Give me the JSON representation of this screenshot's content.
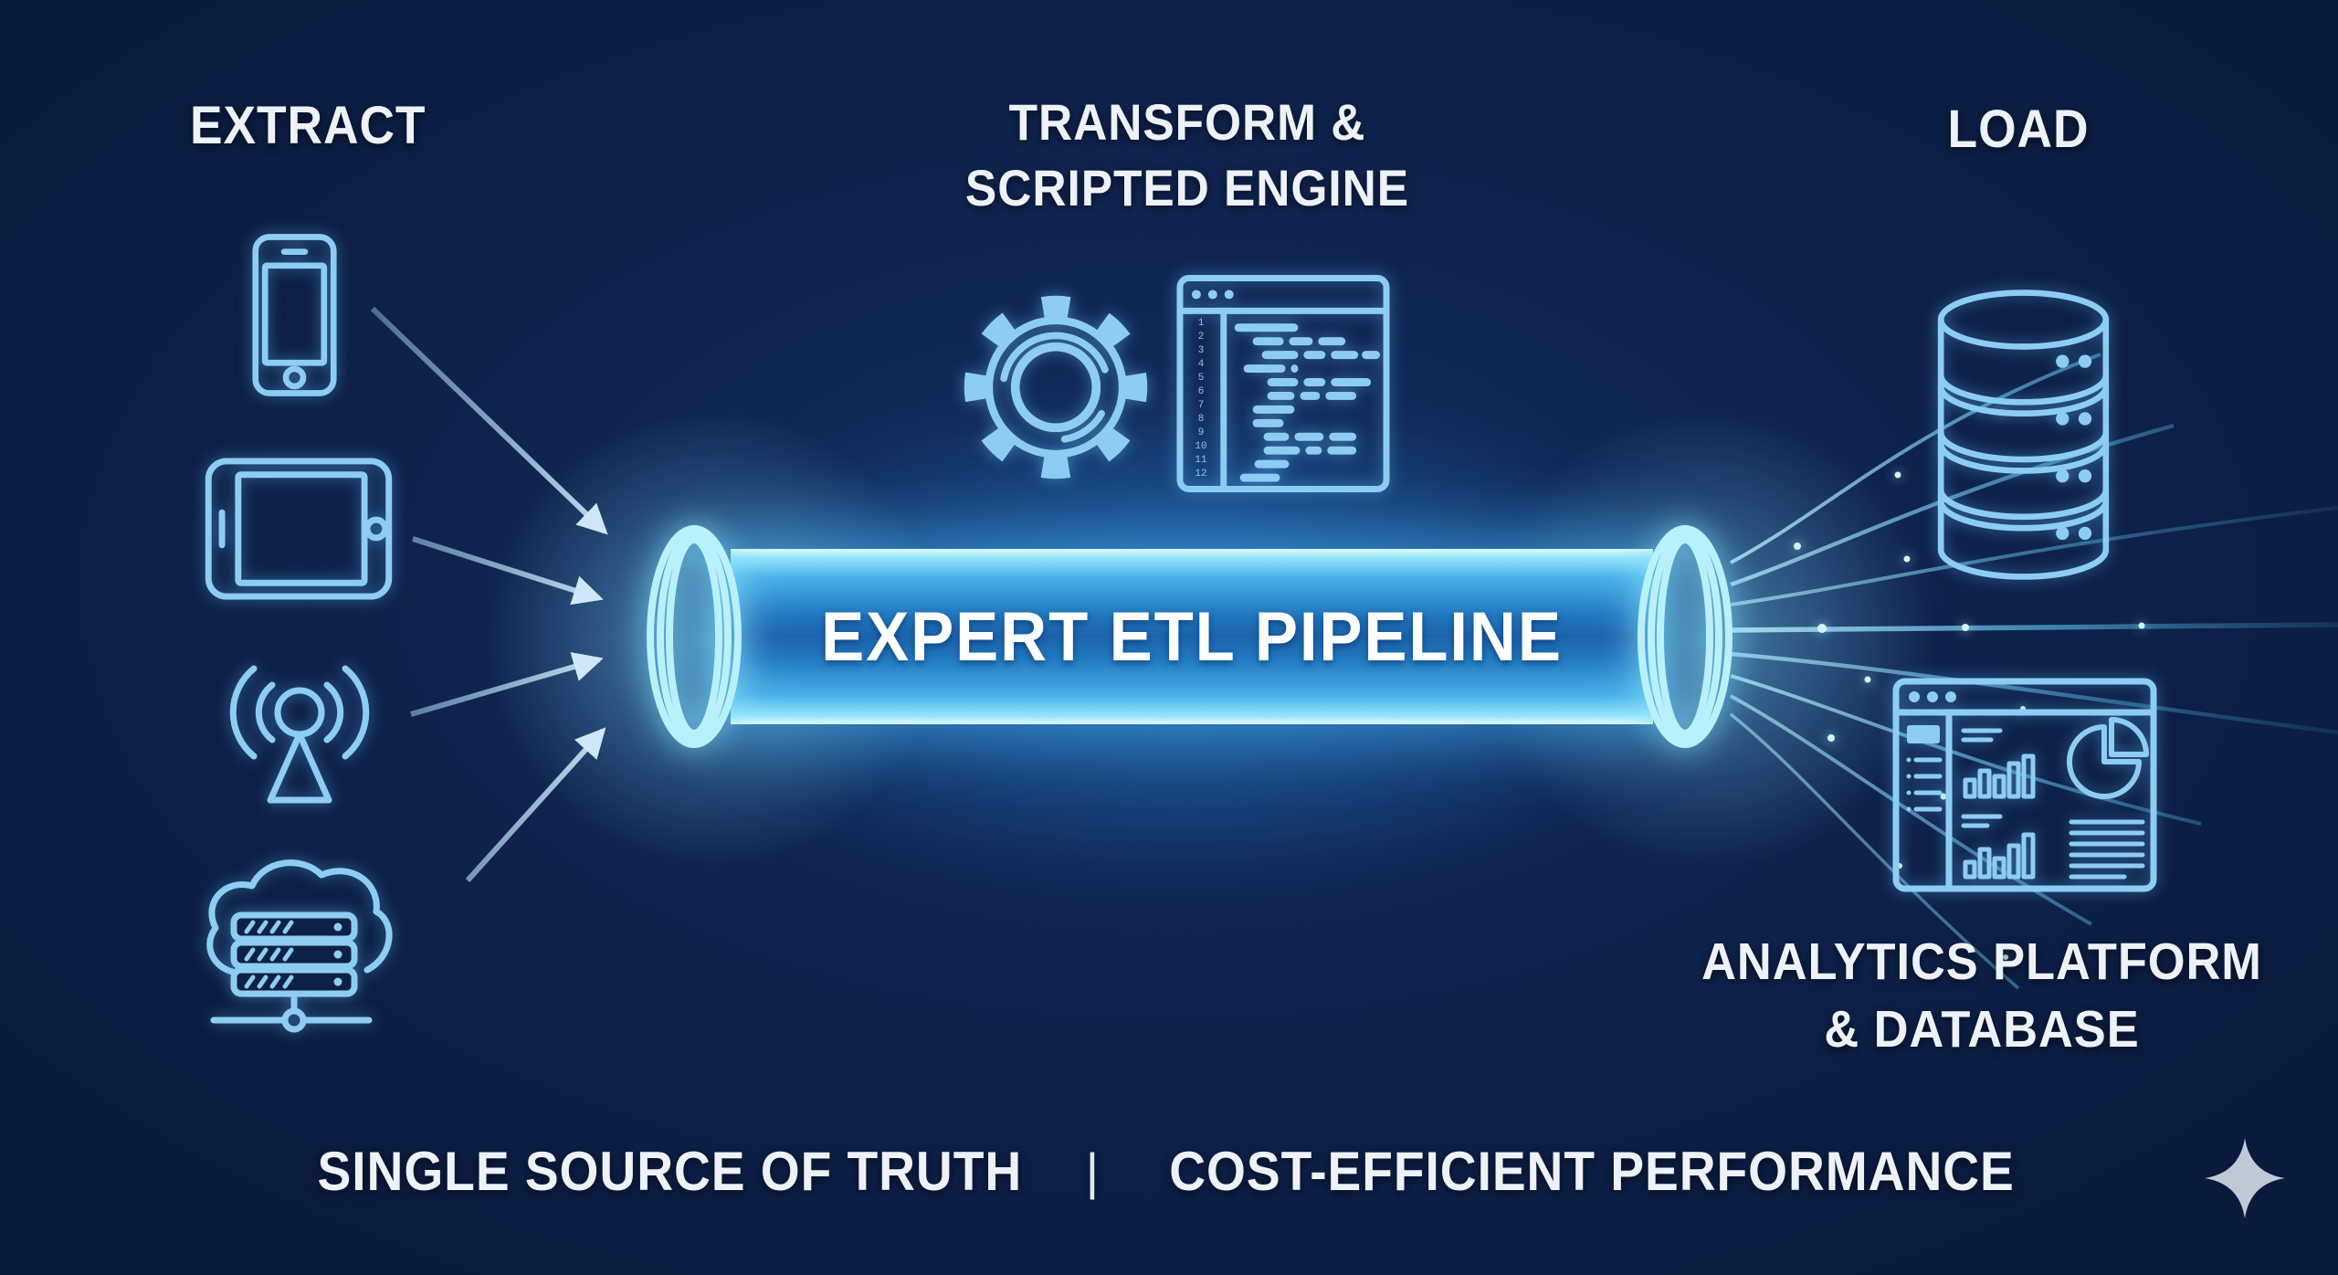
{
  "stages": {
    "extract": {
      "label": "EXTRACT"
    },
    "transform": {
      "label_line1": "TRANSFORM &",
      "label_line2": "SCRIPTED ENGINE"
    },
    "load": {
      "label": "LOAD"
    }
  },
  "pipeline": {
    "label": "EXPERT ETL PIPELINE"
  },
  "destination": {
    "label_line1": "ANALYTICS PLATFORM",
    "label_line2": "& DATABASE"
  },
  "tagline": {
    "left": "SINGLE SOURCE OF TRUTH",
    "separator": "|",
    "right": "COST-EFFICIENT PERFORMANCE"
  },
  "code_window": {
    "line_numbers": [
      "1",
      "2",
      "3",
      "4",
      "5",
      "6",
      "7",
      "8",
      "9",
      "10",
      "11",
      "12"
    ]
  },
  "icons": {
    "sources": [
      "smartphone-icon",
      "tablet-icon",
      "antenna-icon",
      "cloud-server-icon"
    ],
    "transform": [
      "gear-icon",
      "code-window-icon"
    ],
    "load": [
      "database-icon",
      "analytics-dashboard-icon"
    ],
    "decor": [
      "sparkle-icon"
    ]
  },
  "colors": {
    "background_dark": "#0a1734",
    "background_mid": "#0e2349",
    "icon_stroke": "#8ecdf2",
    "pipe_rim": "#b8f1fc",
    "pipe_mid": "#1c64ac",
    "pipe_bright": "#43aee8",
    "arrow": "#aed6f2",
    "stream": "#7fd4f4",
    "heading_text": "#eef2f8",
    "sparkle": "#c2c9d6"
  }
}
